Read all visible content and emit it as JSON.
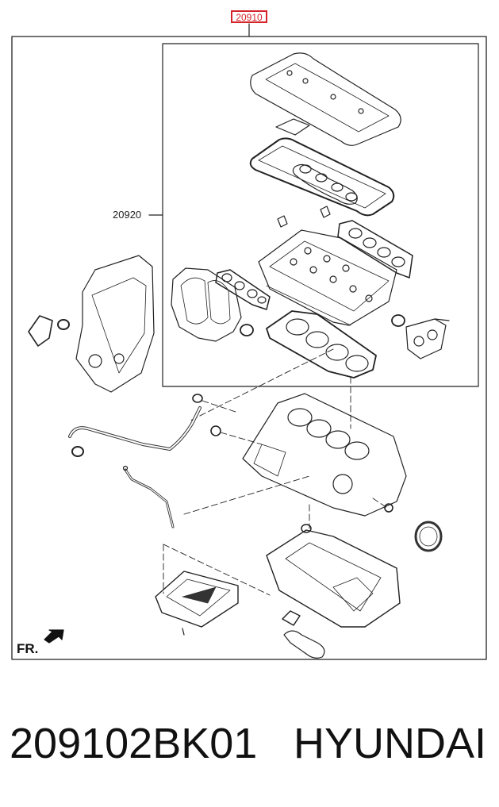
{
  "diagram": {
    "callouts": {
      "gasket_kit": "20910",
      "head_gasket_set": "20920"
    },
    "front_label": "FR."
  },
  "footer": {
    "part_number": "209102BK01",
    "brand": "HYUNDAI"
  },
  "colors": {
    "callout_highlight": "#d6242b",
    "line_art": "#222222"
  }
}
